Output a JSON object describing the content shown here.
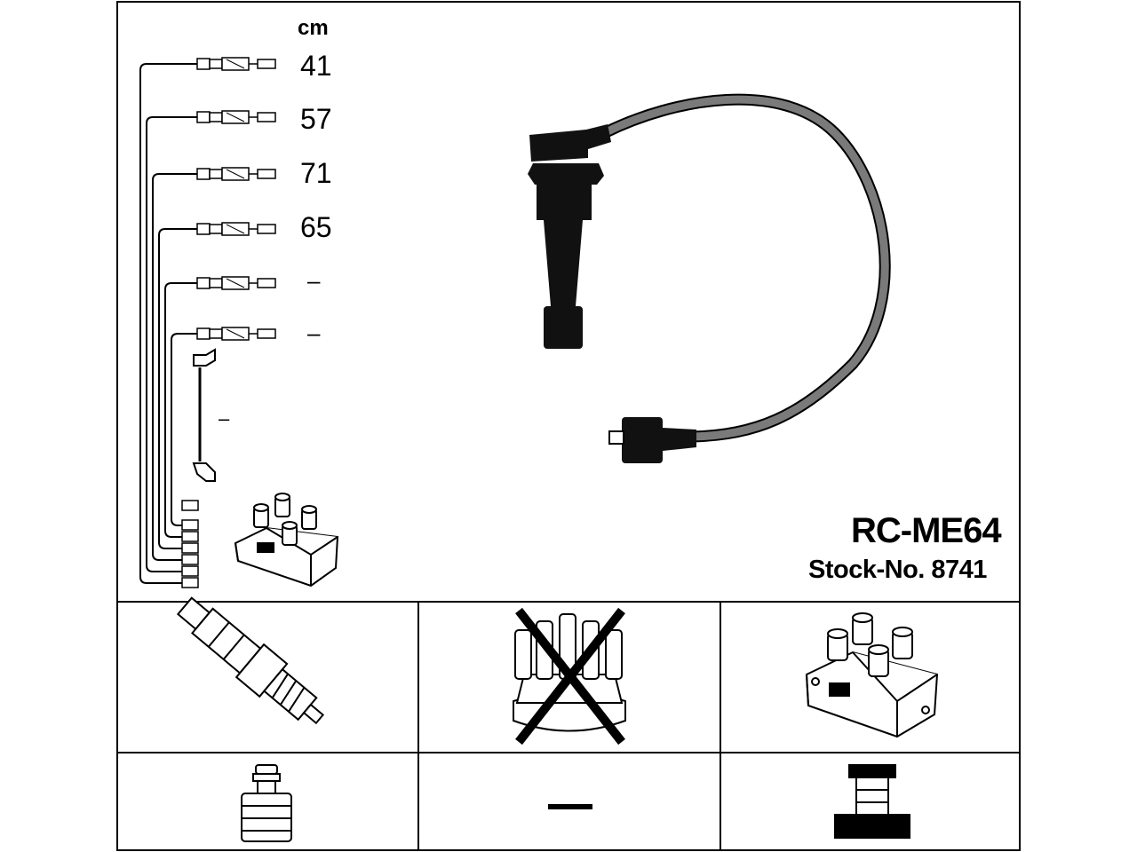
{
  "unit_label": "cm",
  "cable_lengths": [
    "41",
    "57",
    "71",
    "65",
    "–",
    "–"
  ],
  "coil_lead_length": "–",
  "product": {
    "model": "RC-ME64",
    "stock_number": "Stock-No. 8741"
  },
  "compatibility": {
    "spark_plug_terminal": "spark-plug-icon",
    "distributor_cap": "distributor-cap-crossed-icon",
    "ignition_coil": "ignition-coil-icon",
    "plug_end_terminal": "threaded-terminal-icon",
    "distributor_end_terminal": "–",
    "coil_end_terminal": "socket-terminal-icon"
  }
}
